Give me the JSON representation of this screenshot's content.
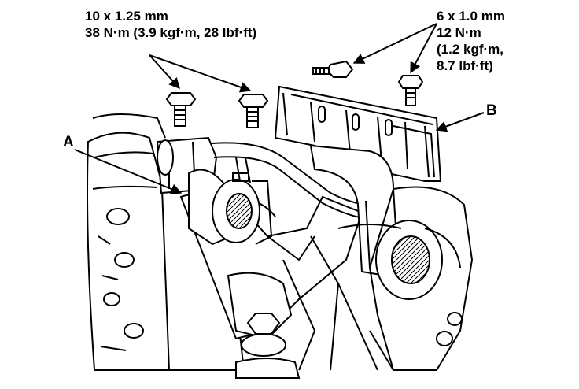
{
  "callouts": {
    "left_bolt": {
      "size": "10 x 1.25 mm",
      "torque": "38 N·m (3.9 kgf·m, 28 lbf·ft)"
    },
    "right_bolt": {
      "size": "6 x 1.0 mm",
      "torque": "12 N·m",
      "torque_metric": "(1.2 kgf·m,",
      "torque_imperial": "8.7 lbf·ft)"
    }
  },
  "part_labels": {
    "a": "A",
    "b": "B"
  }
}
